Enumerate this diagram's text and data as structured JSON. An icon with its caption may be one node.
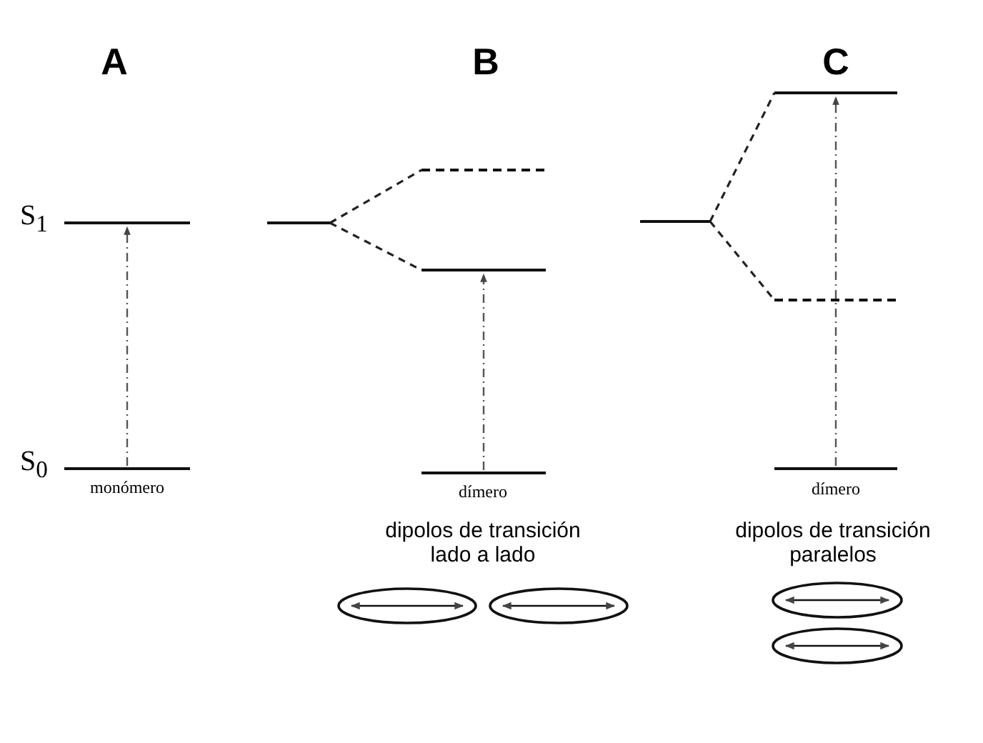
{
  "diagram": {
    "nodes": [
      {
        "text": [],
        "shape": "bar",
        "beside": [
          "S$_{1}$"
        ]
      },
      {
        "text": [],
        "shape": "bar",
        "beside": [
          "S$_{0}$",
          "monómero"
        ]
      },
      {
        "text": [],
        "shape": "bar"
      },
      {
        "text": [],
        "shape": "bar"
      },
      {
        "text": [],
        "shape": "bar"
      },
      {
        "text": [],
        "shape": "bar",
        "beside": [
          "dímero"
        ]
      },
      {
        "text": [],
        "shape": "bar"
      },
      {
        "text": [],
        "shape": "bar"
      },
      {
        "text": [],
        "shape": "bar"
      },
      {
        "text": [],
        "shape": "bar",
        "beside": [
          "dímero"
        ]
      }
    ],
    "edges": [
      {
        "from": 1,
        "to": 0,
        "arrow": "to",
        "style": "dashed"
      },
      {
        "from": 2,
        "to": 3,
        "arrow": "none",
        "style": "dashed"
      },
      {
        "from": 2,
        "to": 4,
        "arrow": "none",
        "style": "dashed"
      },
      {
        "from": 5,
        "to": 4,
        "arrow": "to",
        "style": "dashed"
      },
      {
        "from": 6,
        "to": 7,
        "arrow": "none",
        "style": "dashed"
      },
      {
        "from": 6,
        "to": 8,
        "arrow": "none",
        "style": "dashed"
      },
      {
        "from": 9,
        "to": 7,
        "arrow": "to",
        "style": "dashed"
      }
    ],
    "labels": [
      "A",
      "B",
      "C",
      "dipolos de transición lado a lado",
      "dipolos de transición paralelos"
    ]
  }
}
